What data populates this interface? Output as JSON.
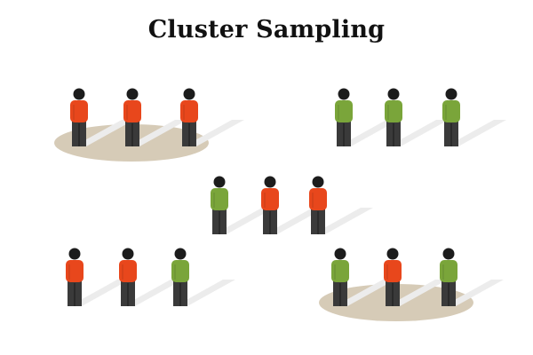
{
  "title": "Cluster Sampling",
  "colors": {
    "red": "#e8471c",
    "green": "#7aa53a",
    "head": "#1c1c1c",
    "legs": "#3a3a3a",
    "platform": "#d6cbb7",
    "shadow": "#ececec"
  },
  "clusters": [
    {
      "id": "cluster-top-left",
      "selected": true,
      "people": [
        "red",
        "red",
        "red"
      ]
    },
    {
      "id": "cluster-top-right",
      "selected": false,
      "people": [
        "green",
        "green",
        "green"
      ]
    },
    {
      "id": "cluster-middle",
      "selected": false,
      "people": [
        "green",
        "red",
        "red"
      ]
    },
    {
      "id": "cluster-bottom-left",
      "selected": false,
      "people": [
        "red",
        "red",
        "green"
      ]
    },
    {
      "id": "cluster-bottom-right",
      "selected": true,
      "people": [
        "green",
        "red",
        "green"
      ]
    }
  ]
}
